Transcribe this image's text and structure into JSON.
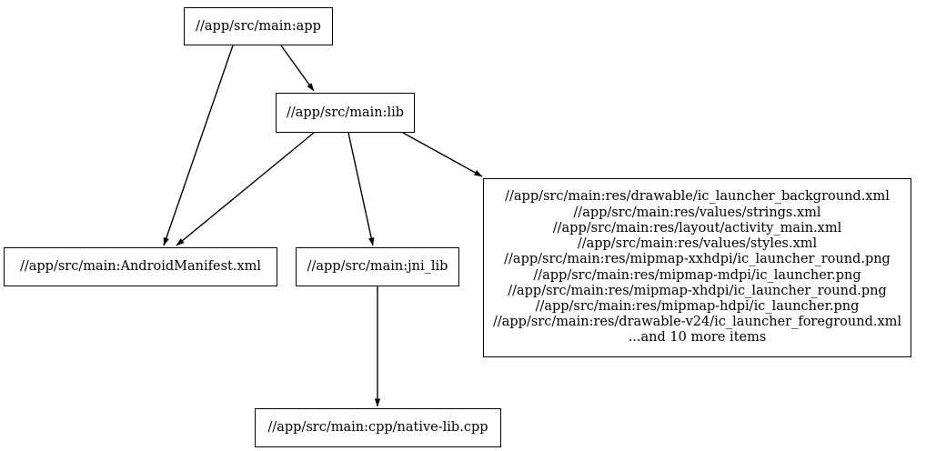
{
  "graph": {
    "background_color": "#ffffff",
    "stroke_color": "#000000",
    "text_color": "#000000",
    "nodes": [
      {
        "id": "app",
        "label": "//app/src/main:app"
      },
      {
        "id": "lib",
        "label": "//app/src/main:lib"
      },
      {
        "id": "manifest",
        "label": "//app/src/main:AndroidManifest.xml"
      },
      {
        "id": "jni_lib",
        "label": "//app/src/main:jni_lib"
      },
      {
        "id": "cpp",
        "label": "//app/src/main:cpp/native-lib.cpp"
      },
      {
        "id": "res_group",
        "lines": [
          "//app/src/main:res/drawable/ic_launcher_background.xml",
          "//app/src/main:res/values/strings.xml",
          "//app/src/main:res/layout/activity_main.xml",
          "//app/src/main:res/values/styles.xml",
          "//app/src/main:res/mipmap-xxhdpi/ic_launcher_round.png",
          "//app/src/main:res/mipmap-mdpi/ic_launcher.png",
          "//app/src/main:res/mipmap-xhdpi/ic_launcher_round.png",
          "//app/src/main:res/mipmap-hdpi/ic_launcher.png",
          "//app/src/main:res/drawable-v24/ic_launcher_foreground.xml",
          "...and 10 more items"
        ]
      }
    ],
    "edges": [
      {
        "id": "app-lib",
        "from": "app",
        "to": "lib"
      },
      {
        "id": "app-manifest",
        "from": "app",
        "to": "manifest"
      },
      {
        "id": "lib-manifest",
        "from": "lib",
        "to": "manifest"
      },
      {
        "id": "lib-jni",
        "from": "lib",
        "to": "jni_lib"
      },
      {
        "id": "lib-res",
        "from": "lib",
        "to": "res_group"
      },
      {
        "id": "jni-cpp",
        "from": "jni_lib",
        "to": "cpp"
      }
    ]
  }
}
